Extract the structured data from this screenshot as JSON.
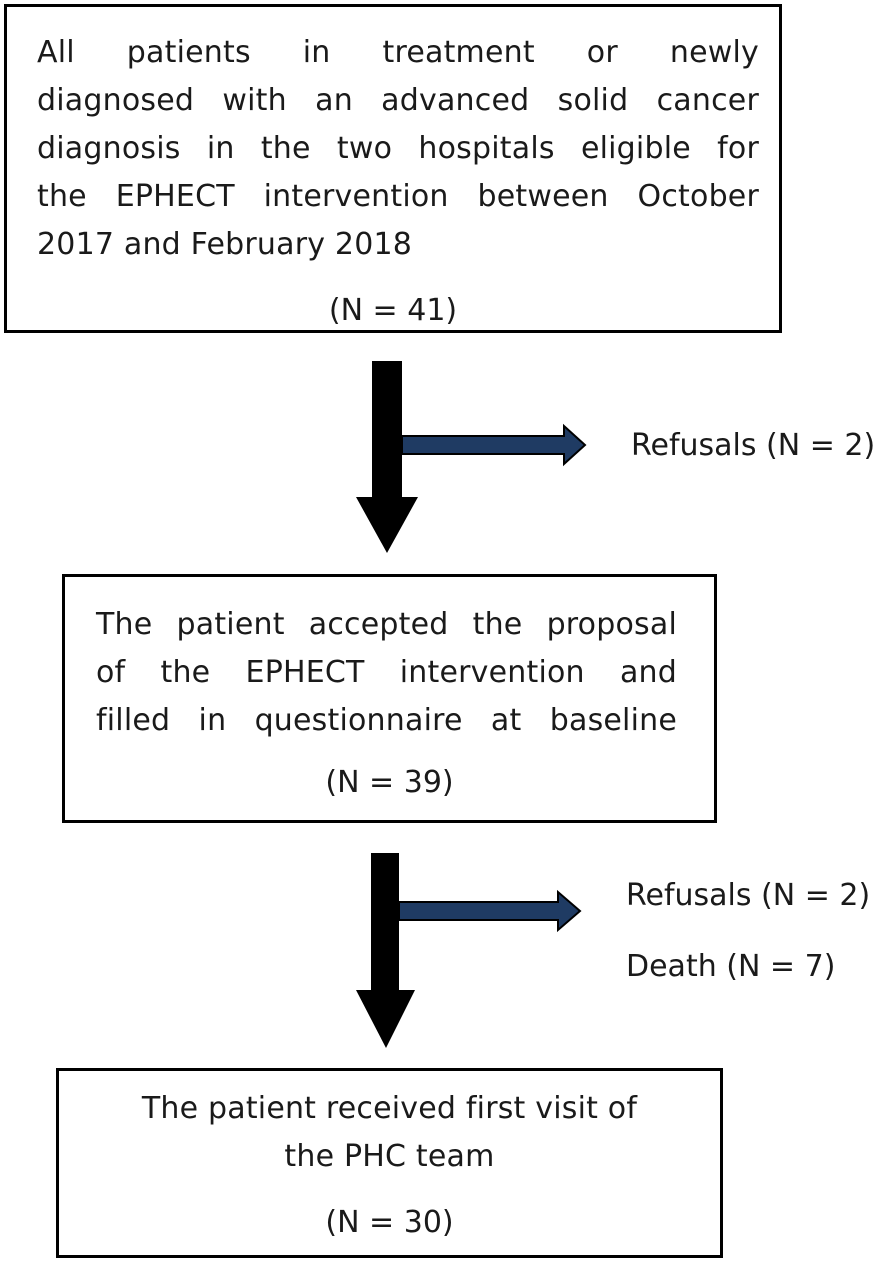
{
  "boxes": {
    "box1": {
      "lines": [
        "All patients in treatment or newly",
        "diagnosed with an advanced solid cancer",
        "diagnosis in the two hospitals eligible for",
        "the EPHECT intervention between October",
        "2017 and February 2018"
      ],
      "count": "(N = 41)"
    },
    "box2": {
      "lines": [
        "The patient accepted the proposal",
        "of the EPHECT intervention and",
        "filled in questionnaire at baseline"
      ],
      "count": "(N = 39)"
    },
    "box3": {
      "lines": [
        "The patient received first visit of",
        "the PHC team"
      ],
      "count": "(N = 30)"
    }
  },
  "exclusions": {
    "step1": [
      "Refusals (N = 2)"
    ],
    "step2": [
      "Refusals (N = 2)",
      "Death (N = 7)"
    ]
  },
  "colors": {
    "main_arrow": "#000000",
    "side_arrow": "#1f3b63",
    "side_arrow_outline": "#000000",
    "border": "#000000"
  }
}
